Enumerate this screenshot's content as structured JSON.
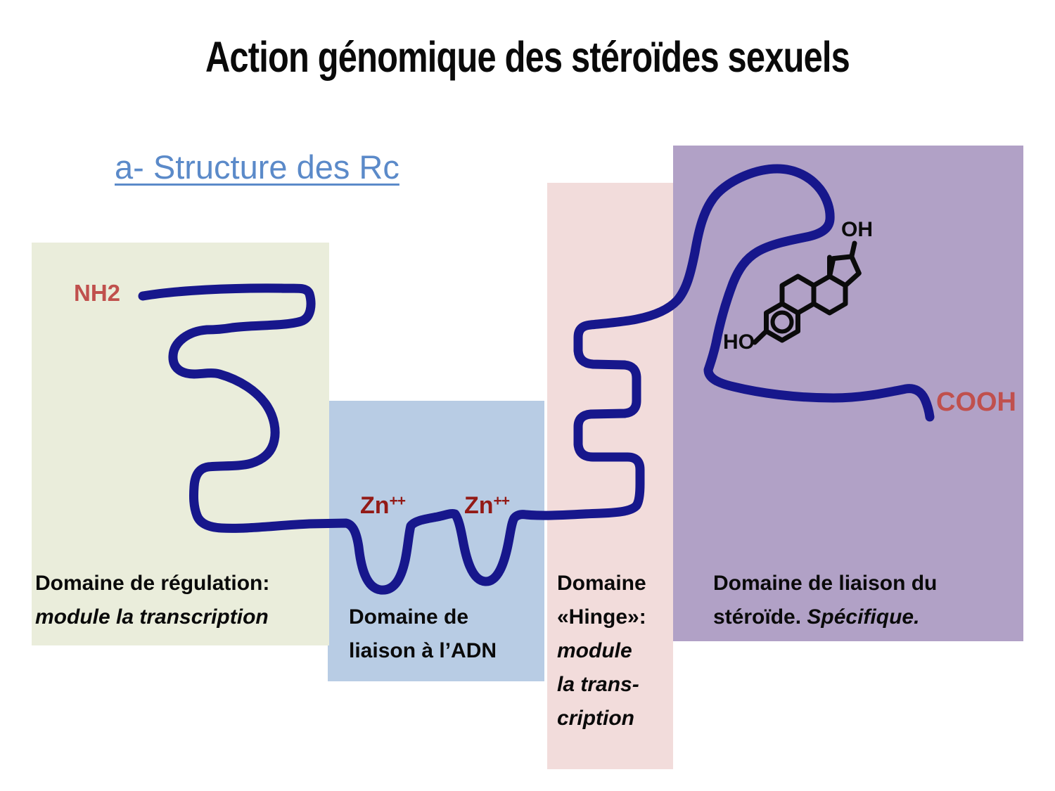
{
  "slide": {
    "title": "Action génomique des stéroïdes sexuels",
    "subtitle": "a- Structure des Rc"
  },
  "terminals": {
    "n": "NH2",
    "c": "COOH"
  },
  "zinc": {
    "symbol": "Zn",
    "charge": "++"
  },
  "molecule": {
    "hydroxyl_top": "OH",
    "hydroxyl_bottom": "HO"
  },
  "domains": {
    "regulation": {
      "color": "#EAEDDB",
      "bold_line": "Domaine de régulation:",
      "italic_line": "module la transcription"
    },
    "dna": {
      "color": "#B8CCE4",
      "lines": [
        "Domaine de",
        "liaison à l’ADN"
      ]
    },
    "hinge": {
      "color": "#F2DCDB",
      "bold_lines": [
        "Domaine",
        "«Hinge»:"
      ],
      "italic_lines": [
        "module",
        "la trans-",
        "cription"
      ]
    },
    "steroid": {
      "color": "#B1A1C6",
      "bold_text": "Domaine de liaison du stéroïde. ",
      "italic_text": "Spécifique."
    }
  },
  "colors": {
    "chain": "#17178C",
    "terminal_red": "#C0504D",
    "zinc_red": "#931A16",
    "subtitle_blue": "#5B8AC9"
  }
}
